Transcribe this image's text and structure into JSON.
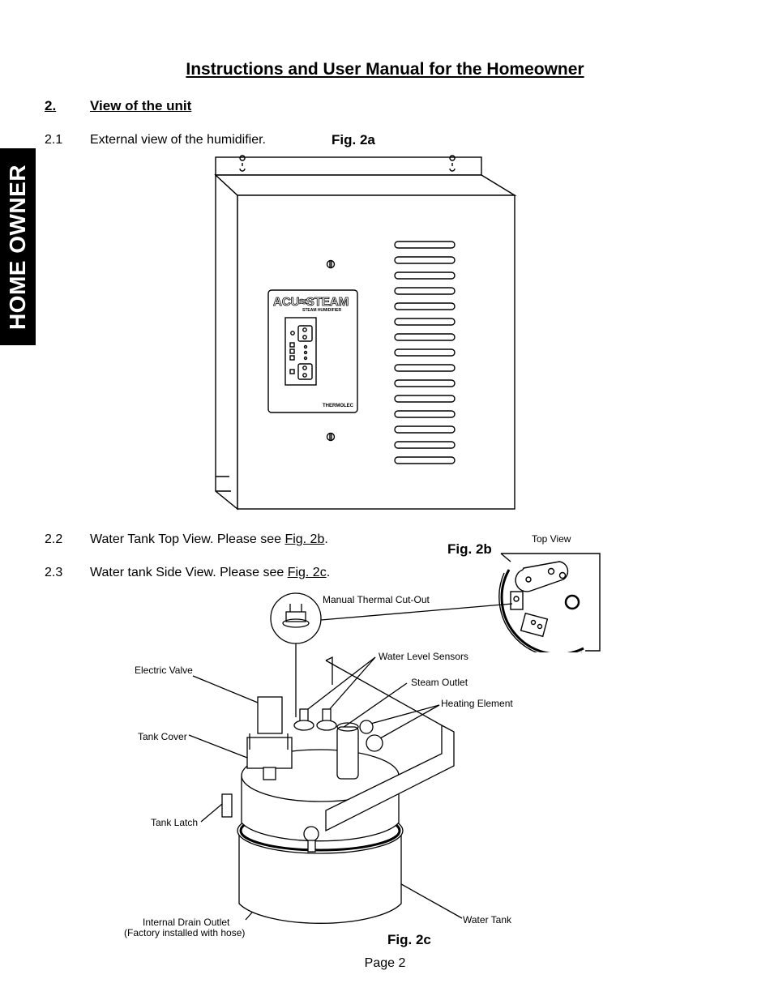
{
  "page": {
    "title": "Instructions and User Manual for the Homeowner",
    "side_tab": "HOME OWNER",
    "page_number": "Page 2"
  },
  "section": {
    "number": "2.",
    "title": "View of the unit"
  },
  "items": [
    {
      "number": "2.1",
      "text": "External view of the humidifier.",
      "link": "",
      "suffix": ""
    },
    {
      "number": "2.2",
      "text": "Water Tank Top View. Please see ",
      "link": "Fig. 2b",
      "suffix": "."
    },
    {
      "number": "2.3",
      "text": "Water tank Side View. Please see ",
      "link": "Fig. 2c",
      "suffix": "."
    }
  ],
  "figures": {
    "fig2a": {
      "label": "Fig. 2a",
      "brand": "ACU≈STEAM",
      "brand_sub": "STEAM HUMIDIFIER",
      "maker": "THERMOLEC"
    },
    "fig2b": {
      "label": "Fig. 2b",
      "caption": "Top View"
    },
    "fig2c": {
      "label": "Fig.  2c",
      "callouts": {
        "thermal": "Manual Thermal Cut-Out",
        "sensors": "Water Level Sensors",
        "valve": "Electric Valve",
        "steam": "Steam Outlet",
        "heating": "Heating Element",
        "cover": "Tank Cover",
        "latch": "Tank Latch",
        "drain_line1": "Internal Drain Outlet",
        "drain_line2": "(Factory installed with hose)",
        "tank": "Water Tank"
      }
    }
  }
}
